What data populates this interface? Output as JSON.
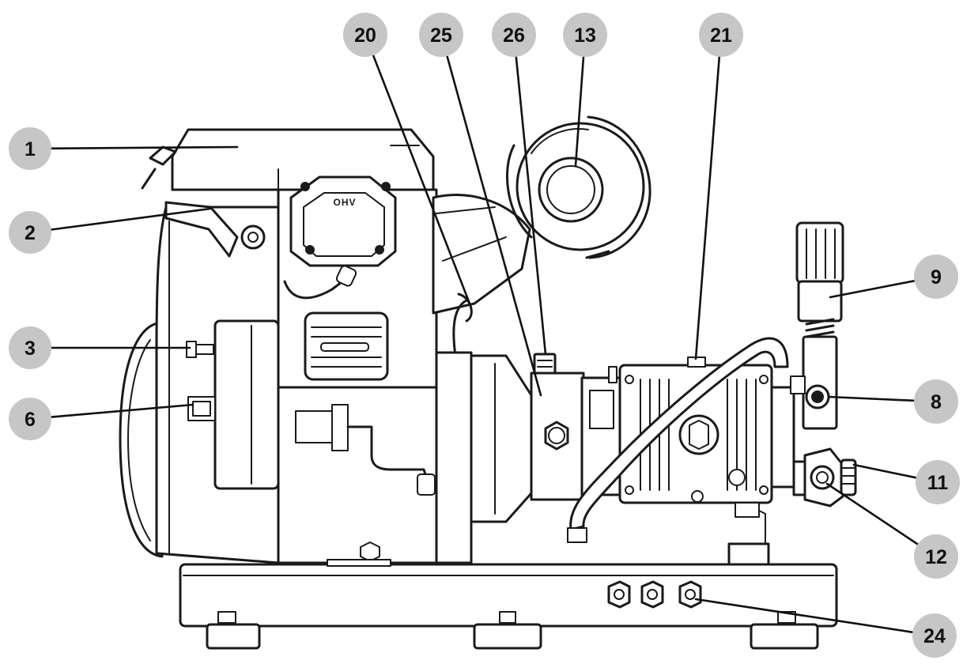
{
  "diagram": {
    "engine_marking": "OHV",
    "colors": {
      "callout_fill": "#c6c6c6",
      "callout_text": "#111111",
      "line": "#1a1a1a",
      "background": "#ffffff"
    },
    "callouts": [
      {
        "id": "c1",
        "label": "1"
      },
      {
        "id": "c2",
        "label": "2"
      },
      {
        "id": "c3",
        "label": "3"
      },
      {
        "id": "c6",
        "label": "6"
      },
      {
        "id": "c20",
        "label": "20"
      },
      {
        "id": "c25",
        "label": "25"
      },
      {
        "id": "c26",
        "label": "26"
      },
      {
        "id": "c13",
        "label": "13"
      },
      {
        "id": "c21",
        "label": "21"
      },
      {
        "id": "c9",
        "label": "9"
      },
      {
        "id": "c8",
        "label": "8"
      },
      {
        "id": "c11",
        "label": "11"
      },
      {
        "id": "c12",
        "label": "12"
      },
      {
        "id": "c24",
        "label": "24"
      }
    ]
  }
}
